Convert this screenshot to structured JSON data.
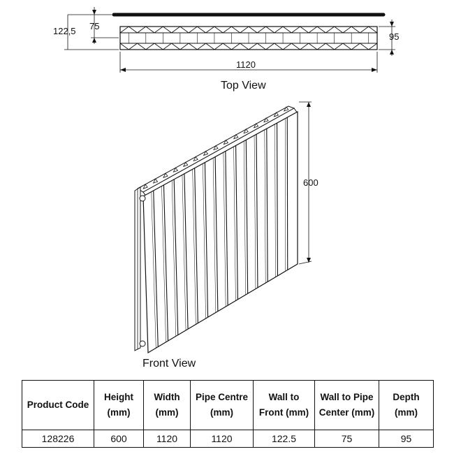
{
  "top_view": {
    "caption": "Top View",
    "dim_wall_to_front": "122,5",
    "dim_wall_to_pipe": "75",
    "dim_depth": "95",
    "dim_width": "1120"
  },
  "front_view": {
    "caption": "Front View",
    "dim_height": "600"
  },
  "spec_table": {
    "headers": [
      "Product  Code",
      "Height (mm)",
      "Width (mm)",
      "Pipe Centre (mm)",
      "Wall to Front (mm)",
      "Wall to Pipe Center (mm)",
      "Depth (mm)"
    ],
    "row": [
      "128226",
      "600",
      "1120",
      "1120",
      "122.5",
      "75",
      "95"
    ]
  }
}
